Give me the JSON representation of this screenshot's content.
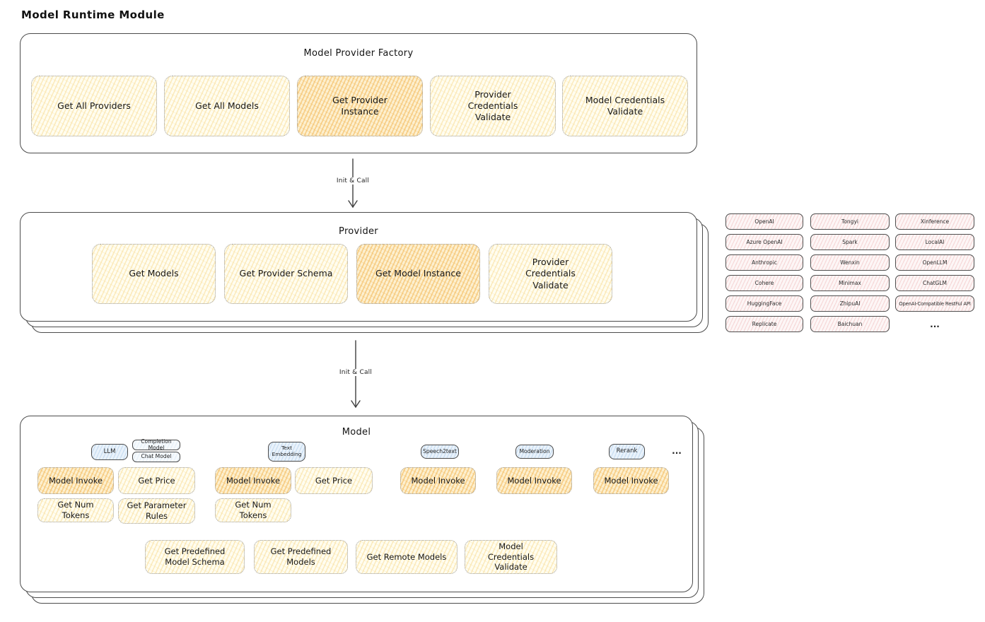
{
  "diagram": {
    "title": "Model Runtime Module",
    "factory": {
      "title": "Model Provider Factory",
      "boxes": [
        {
          "label": "Get All Providers"
        },
        {
          "label": "Get All Models"
        },
        {
          "label": "Get Provider Instance"
        },
        {
          "label": "Provider Credentials Validate"
        },
        {
          "label": "Model Credentials Validate"
        }
      ]
    },
    "arrow1": {
      "label": "Init & Call"
    },
    "provider": {
      "title": "Provider",
      "boxes": [
        {
          "label": "Get Models"
        },
        {
          "label": "Get Provider Schema"
        },
        {
          "label": "Get Model Instance"
        },
        {
          "label": "Provider Credentials Validate"
        }
      ]
    },
    "providers_list": {
      "items": [
        "OpenAI",
        "Tongyi",
        "Xinference",
        "Azure OpenAI",
        "Spark",
        "LocalAI",
        "Anthropic",
        "Wenxin",
        "OpenLLM",
        "Cohere",
        "Minimax",
        "ChatGLM",
        "HuggingFace",
        "ZhipuAI",
        "OpenAI-Compatible RestFul API",
        "Replicate",
        "Baichuan"
      ],
      "more": "..."
    },
    "arrow2": {
      "label": "Init & Call"
    },
    "model": {
      "title": "Model",
      "tabs": [
        {
          "label": "LLM"
        },
        {
          "label": "Completion Model"
        },
        {
          "label": "Chat Model"
        },
        {
          "label": "Text Embedding"
        },
        {
          "label": "Speech2text"
        },
        {
          "label": "Moderation"
        },
        {
          "label": "Rerank"
        }
      ],
      "more": "...",
      "ops_row1": [
        {
          "label": "Model Invoke"
        },
        {
          "label": "Get Price"
        },
        {
          "label": "Model Invoke"
        },
        {
          "label": "Get Price"
        },
        {
          "label": "Model Invoke"
        },
        {
          "label": "Model Invoke"
        },
        {
          "label": "Model Invoke"
        }
      ],
      "ops_row2": [
        {
          "label": "Get Num Tokens"
        },
        {
          "label": "Get Parameter Rules"
        },
        {
          "label": "Get Num Tokens"
        }
      ],
      "ops_bottom": [
        {
          "label": "Get Predefined Model Schema"
        },
        {
          "label": "Get Predefined Models"
        },
        {
          "label": "Get Remote Models"
        },
        {
          "label": "Model Credentials Validate"
        }
      ]
    },
    "colors": {
      "yellow_fill": "#fffdf0",
      "orange_fill": "#fdf0d0",
      "pink_fill": "#fdf6f6",
      "blue_fill": "#e9f2fb",
      "ink": "#1c1c1c"
    }
  }
}
